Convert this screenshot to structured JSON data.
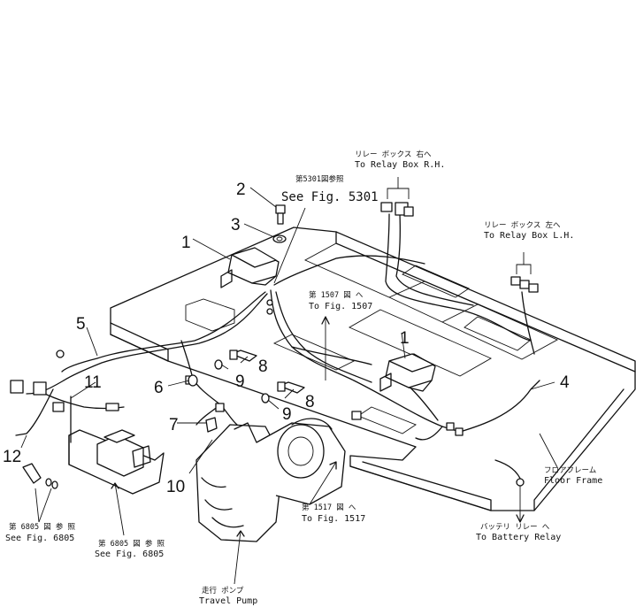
{
  "callouts": {
    "n1": "1",
    "n2": "2",
    "n3": "3",
    "n4": "4",
    "n5": "5",
    "n6": "6",
    "n7": "7",
    "n8": "8",
    "n9": "9",
    "n10": "10",
    "n11": "11",
    "n12": "12"
  },
  "labels": {
    "fig5301_jp": "第5301図参照",
    "fig5301_en": "See Fig. 5301",
    "relay_rh_jp": "リレー ボックス 右へ",
    "relay_rh_en": "To Relay Box R.H.",
    "relay_lh_jp": "リレー ボックス 左へ",
    "relay_lh_en": "To Relay Box L.H.",
    "fig1507_jp": "第 1507 図 へ",
    "fig1507_en": "To Fig. 1507",
    "floor_jp": "フロアフレーム",
    "floor_en": "Floor Frame",
    "fig1517_jp": "第 1517 図 へ",
    "fig1517_en": "To Fig. 1517",
    "battery_jp": "バッテリ リレー へ",
    "battery_en": "To Battery Relay",
    "fig6805_jp": "第 6805 図 参 照",
    "fig6805_en": "See Fig. 6805",
    "pump_jp": "走行 ポンプ",
    "pump_en": "Travel Pump"
  }
}
